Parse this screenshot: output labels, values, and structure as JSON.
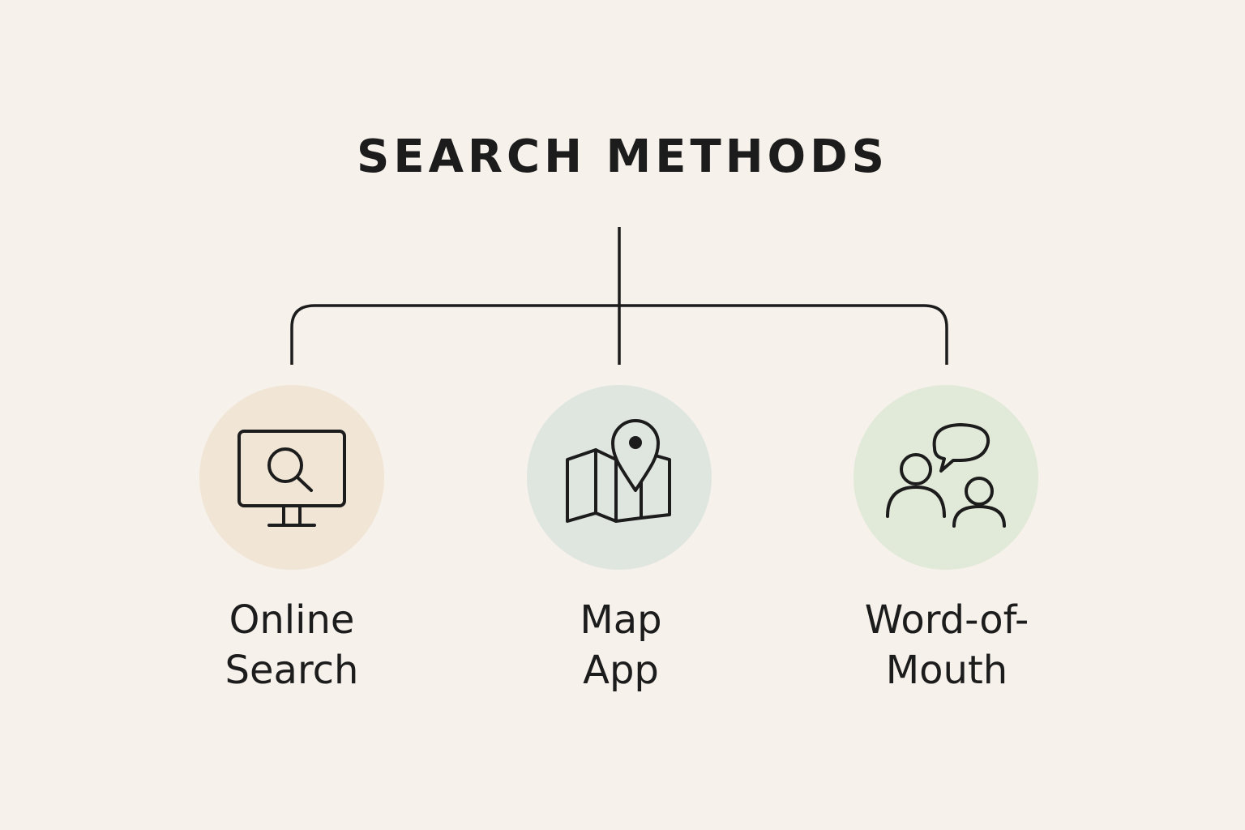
{
  "diagram": {
    "title": "SEARCH METHODS",
    "nodes": [
      {
        "id": "online-search",
        "icon": "monitor-search-icon",
        "circle_color": "#f1e5d5",
        "label_lines": [
          "Online",
          "Search"
        ]
      },
      {
        "id": "map-app",
        "icon": "map-pin-icon",
        "circle_color": "#dfe6e0",
        "label_lines": [
          "Map",
          "App"
        ]
      },
      {
        "id": "word-of-mouth",
        "icon": "people-speech-icon",
        "circle_color": "#e1e9d8",
        "label_lines": [
          "Word-of-",
          "Mouth"
        ]
      }
    ],
    "line_color": "#1c1c1c"
  }
}
